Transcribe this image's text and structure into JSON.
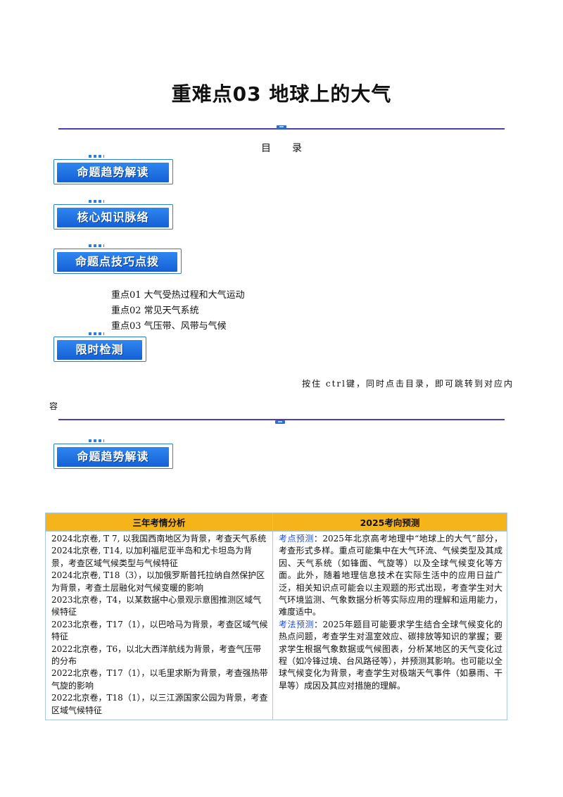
{
  "page": {
    "title": "重难点03  地球上的大气",
    "toc_title": "目录"
  },
  "toc": {
    "badges": [
      "命题趋势解读",
      "核心知识脉络",
      "命题点技巧点拨",
      "限时检测"
    ],
    "sub_items": [
      "重点01  大气受热过程和大气运动",
      "重点02  常见天气系统",
      "重点03  气压带、风带与气候"
    ],
    "hint_line1": "按住 ctrl键，同时点击目录，即可跳转到对应内",
    "hint_line2": "容"
  },
  "section": {
    "badge": "命题趋势解读"
  },
  "table": {
    "headers": [
      "三年考情分析",
      "2025考向预测"
    ],
    "left_items": [
      "2024北京卷, T 7, 以我国西南地区为背景，考查天气系统",
      "2024北京卷, T14, 以加利福尼亚半岛和尤卡坦岛为背景，考查区域气候类型与气候特征",
      "2024北京卷, T18（3），以加俄罗斯普托拉纳自然保护区为背景，考查土层融化对气候变暖的影响",
      "2023北京卷，T4，以某数据中心景观示意图推测区域气候特征",
      "2023北京卷，T17（1），以巴哈马为背景，考查区域气候特征",
      "2022北京卷，T6，以北大西洋航线为背景，考查气压带的分布",
      "2022北京卷，T17（1），以毛里求斯为背景，考查强热带气旋的影响",
      "2022北京卷，T18（1），以三江源国家公园为背景，考查区域气候特征"
    ],
    "right_blocks": [
      {
        "tag": "考点预测",
        "text": "：2025年北京高考地理中“地球上的大气”部分，考查形式多样。重点可能集中在大气环流、气候类型及其成因、天气系统（如锋面、气旋等）以及全球气候变化等方面。此外，随着地理信息技术在实际生活中的应用日益广泛，相关知识点可能会以主观题的形式出现，考查学生对大气环境监测、气象数据分析等实际应用的理解和运用能力，难度适中。"
      },
      {
        "tag": "考法预测",
        "text": "：2025年题目可能要求学生结合全球气候变化的热点问题，考查学生对温室效应、碳排放等知识的掌握；要求学生根据气象数据或气候图表，分析某地区的天气变化过程（如冷锋过境、台风路径等），并预测其影响。也可能以全球气候变化为背景，考查学生对极端天气事件（如暴雨、干旱等）成因及其应对措施的理解。"
      }
    ]
  },
  "colors": {
    "rule": "#4b3fb8",
    "badge_blue": "#1f6fe0",
    "header_gold": "#f4b41a",
    "tag_blue": "#1f4fe0"
  }
}
